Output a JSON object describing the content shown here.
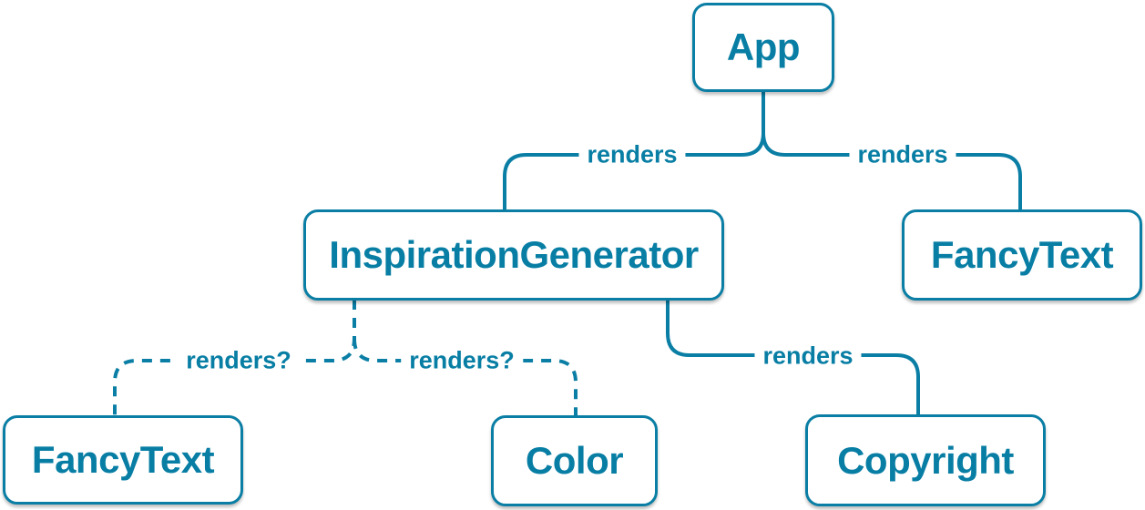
{
  "diagram": {
    "type": "component-render-tree",
    "nodes": [
      {
        "id": "app",
        "label": "App"
      },
      {
        "id": "inspiration-generator",
        "label": "InspirationGenerator"
      },
      {
        "id": "fancy-text-top",
        "label": "FancyText"
      },
      {
        "id": "fancy-text-bottom",
        "label": "FancyText"
      },
      {
        "id": "color",
        "label": "Color"
      },
      {
        "id": "copyright",
        "label": "Copyright"
      }
    ],
    "edges": [
      {
        "from": "App",
        "to": "InspirationGenerator",
        "label": "renders",
        "line": "solid"
      },
      {
        "from": "App",
        "to": "FancyText",
        "label": "renders",
        "line": "solid"
      },
      {
        "from": "InspirationGenerator",
        "to": "Copyright",
        "label": "renders",
        "line": "solid"
      },
      {
        "from": "InspirationGenerator",
        "to": "FancyText",
        "label": "renders?",
        "line": "dashed"
      },
      {
        "from": "InspirationGenerator",
        "to": "Color",
        "label": "renders?",
        "line": "dashed"
      }
    ],
    "colors": {
      "accent": "#0a7ea4",
      "node_text": "#087ea4",
      "node_background": "#ffffff",
      "page_background": "#ffffff"
    }
  }
}
